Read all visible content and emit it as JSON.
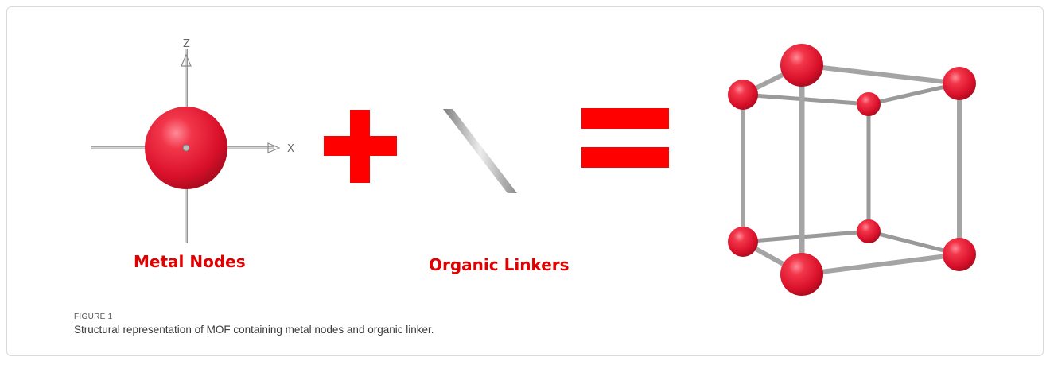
{
  "figure": {
    "axis_labels": {
      "z": "Z",
      "x": "X"
    },
    "node_label": "Metal Nodes",
    "linker_label": "Organic Linkers",
    "operators": {
      "plus": "+",
      "equals": "="
    }
  },
  "caption": {
    "label": "FIGURE 1",
    "text": "Structural representation of MOF containing metal nodes and organic linker."
  },
  "colors": {
    "node_red": "#e8182e",
    "operator_red": "#ff0000",
    "label_red": "#e00000",
    "rod_gray": "#9a9a9a"
  }
}
